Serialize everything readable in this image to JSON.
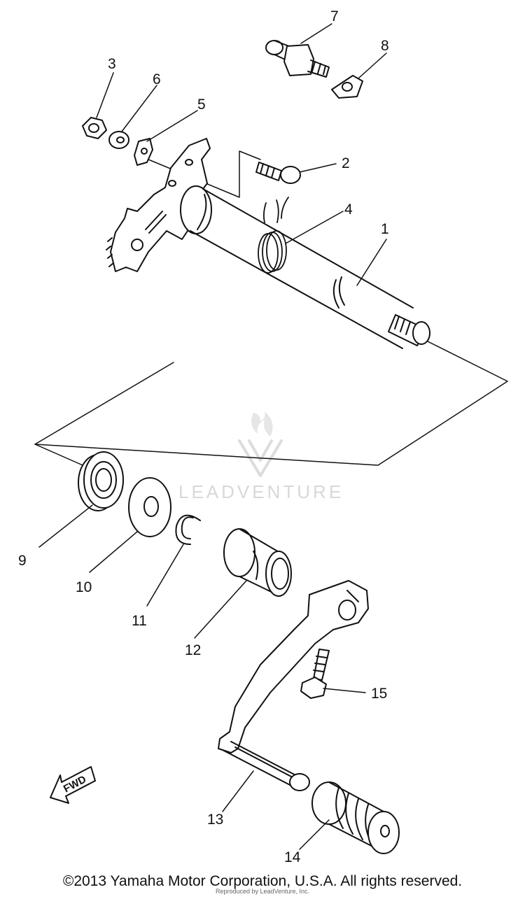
{
  "watermark": {
    "text": "LEADVENTURE"
  },
  "direction_marker": {
    "label": "FWD"
  },
  "callouts": [
    "1",
    "2",
    "3",
    "4",
    "5",
    "6",
    "7",
    "8",
    "9",
    "10",
    "11",
    "12",
    "13",
    "14",
    "15"
  ],
  "footer": {
    "copyright": "©2013 Yamaha Motor Corporation, U.S.A. All rights reserved.",
    "reproduced": "Reproduced by LeadVenture, Inc."
  }
}
